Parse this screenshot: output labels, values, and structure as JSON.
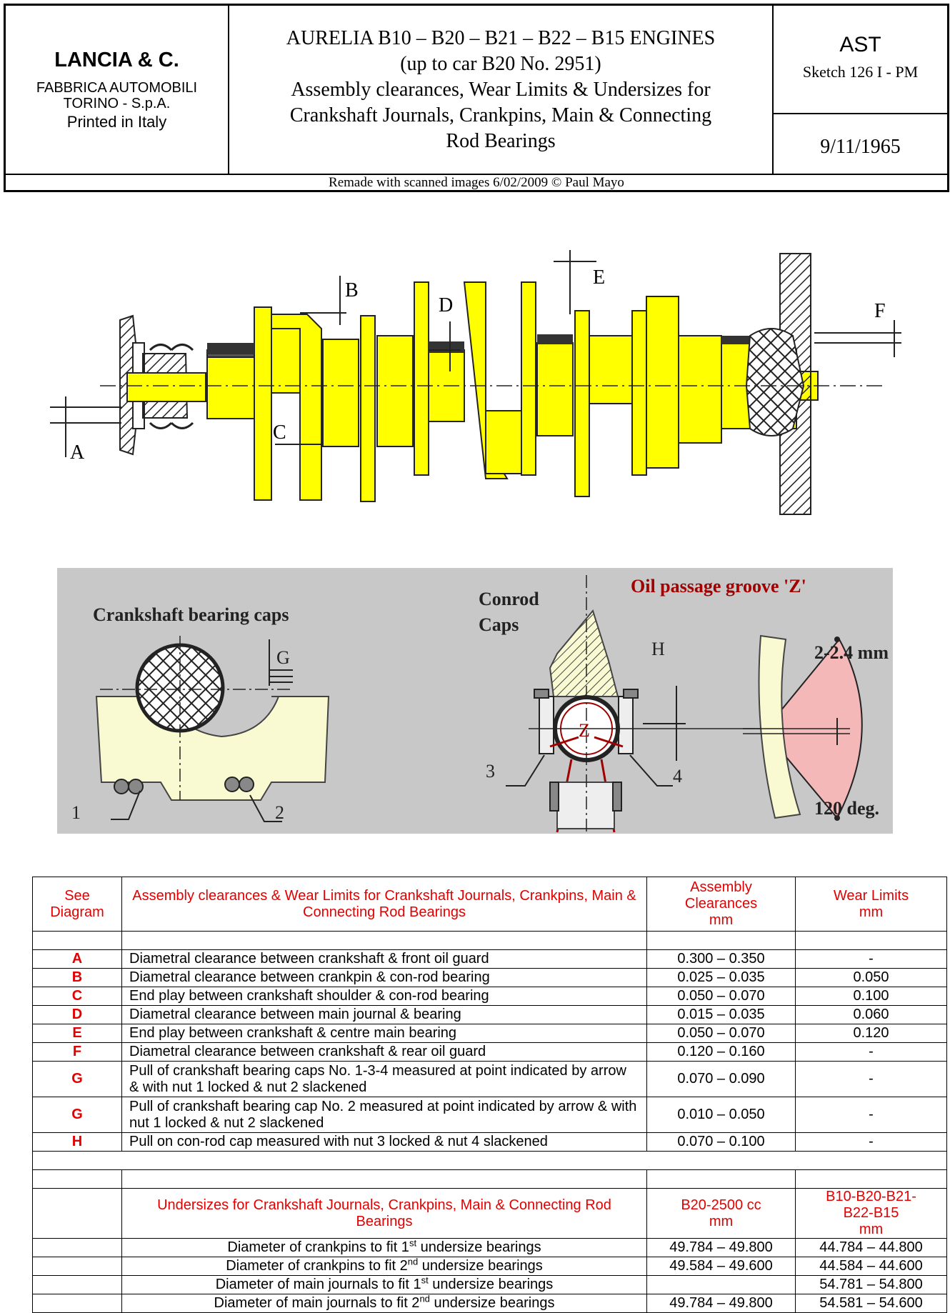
{
  "header": {
    "company_name": "LANCIA & C.",
    "company_line2": "FABBRICA AUTOMOBILI",
    "company_line3": "TORINO - S.p.A.",
    "company_line4": "Printed in Italy",
    "title_line1": "AURELIA B10 – B20 – B21 – B22 – B15 ENGINES",
    "title_line2": "(up to car B20 No. 2951)",
    "title_line3": "Assembly clearances, Wear Limits & Undersizes for",
    "title_line4": "Crankshaft Journals, Crankpins, Main & Connecting",
    "title_line5": "Rod Bearings",
    "code": "AST",
    "sketch": "Sketch 126 I - PM",
    "date": "9/11/1965",
    "remade": "Remade with scanned images 6/02/2009  © Paul Mayo"
  },
  "diagram1": {
    "labels": {
      "a": "A",
      "b": "B",
      "c": "C",
      "d": "D",
      "e": "E",
      "f": "F"
    },
    "colors": {
      "shaft": "#ffff00",
      "outline": "#222222"
    }
  },
  "diagram2": {
    "bearing_caps_title": "Crankshaft bearing caps",
    "conrod_line1": "Conrod",
    "conrod_line2": "Caps",
    "oil_groove_title": "Oil passage groove 'Z'",
    "label_g": "G",
    "label_h": "H",
    "label_z": "Z",
    "nut1": "1",
    "nut2": "2",
    "nut3": "3",
    "nut4": "4",
    "groove_depth": "2-2.4 mm",
    "angle": "120 deg.",
    "colors": {
      "background": "#c8c8c8",
      "cap": "#fafad2",
      "groove": "#f4b8b8",
      "accent": "#a00000"
    }
  },
  "table": {
    "header": {
      "see": "See Diagram",
      "title": "Assembly clearances & Wear Limits for Crankshaft Journals, Crankpins, Main & Connecting Rod Bearings",
      "assembly_l1": "Assembly",
      "assembly_l2": "Clearances",
      "assembly_l3": "mm",
      "wear_l1": "Wear Limits",
      "wear_l2": "mm"
    },
    "rows": [
      {
        "key": "A",
        "desc": "Diametral clearance between crankshaft & front oil guard",
        "assembly": "0.300 – 0.350",
        "wear": "-"
      },
      {
        "key": "B",
        "desc": "Diametral clearance between crankpin & con-rod bearing",
        "assembly": "0.025 – 0.035",
        "wear": "0.050"
      },
      {
        "key": "C",
        "desc": "End play between crankshaft shoulder & con-rod bearing",
        "assembly": "0.050 – 0.070",
        "wear": "0.100"
      },
      {
        "key": "D",
        "desc": "Diametral clearance between main journal & bearing",
        "assembly": "0.015 – 0.035",
        "wear": "0.060"
      },
      {
        "key": "E",
        "desc": "End play between crankshaft & centre main bearing",
        "assembly": "0.050 – 0.070",
        "wear": "0.120"
      },
      {
        "key": "F",
        "desc": "Diametral clearance between crankshaft & rear oil guard",
        "assembly": "0.120 – 0.160",
        "wear": "-"
      },
      {
        "key": "G",
        "desc": "Pull of crankshaft bearing caps No. 1-3-4 measured at point indicated by arrow & with nut 1 locked & nut 2 slackened",
        "assembly": "0.070 – 0.090",
        "wear": "-"
      },
      {
        "key": "G",
        "desc": "Pull of crankshaft bearing cap No. 2 measured at point indicated by arrow & with nut 1 locked & nut 2 slackened",
        "assembly": "0.010 – 0.050",
        "wear": "-"
      },
      {
        "key": "H",
        "desc": "Pull on con-rod cap measured with nut 3 locked & nut 4 slackened",
        "assembly": "0.070 – 0.100",
        "wear": "-"
      }
    ],
    "under_header": {
      "title": "Undersizes for Crankshaft Journals, Crankpins, Main & Connecting Rod Bearings",
      "b20_l1": "B20-2500 cc",
      "b20_l2": "mm",
      "other_l1": "B10-B20-B21-",
      "other_l2": "B22-B15",
      "other_l3": "mm"
    },
    "under_rows": [
      {
        "pre": "Diameter of crankpins to fit 1",
        "sup": "st",
        "post": " undersize bearings",
        "b20": "49.784 – 49.800",
        "other": "44.784 – 44.800"
      },
      {
        "pre": "Diameter of crankpins to fit 2",
        "sup": "nd",
        "post": " undersize bearings",
        "b20": "49.584 – 49.600",
        "other": "44.584 – 44.600"
      },
      {
        "pre": "Diameter of main journals to fit 1",
        "sup": "st",
        "post": " undersize bearings",
        "b20": "",
        "other": "54.781 – 54.800"
      },
      {
        "pre": "Diameter of main journals to fit 2",
        "sup": "nd",
        "post": " undersize bearings",
        "b20": "49.784 – 49.800",
        "other": "54.581 – 54.600"
      }
    ]
  }
}
